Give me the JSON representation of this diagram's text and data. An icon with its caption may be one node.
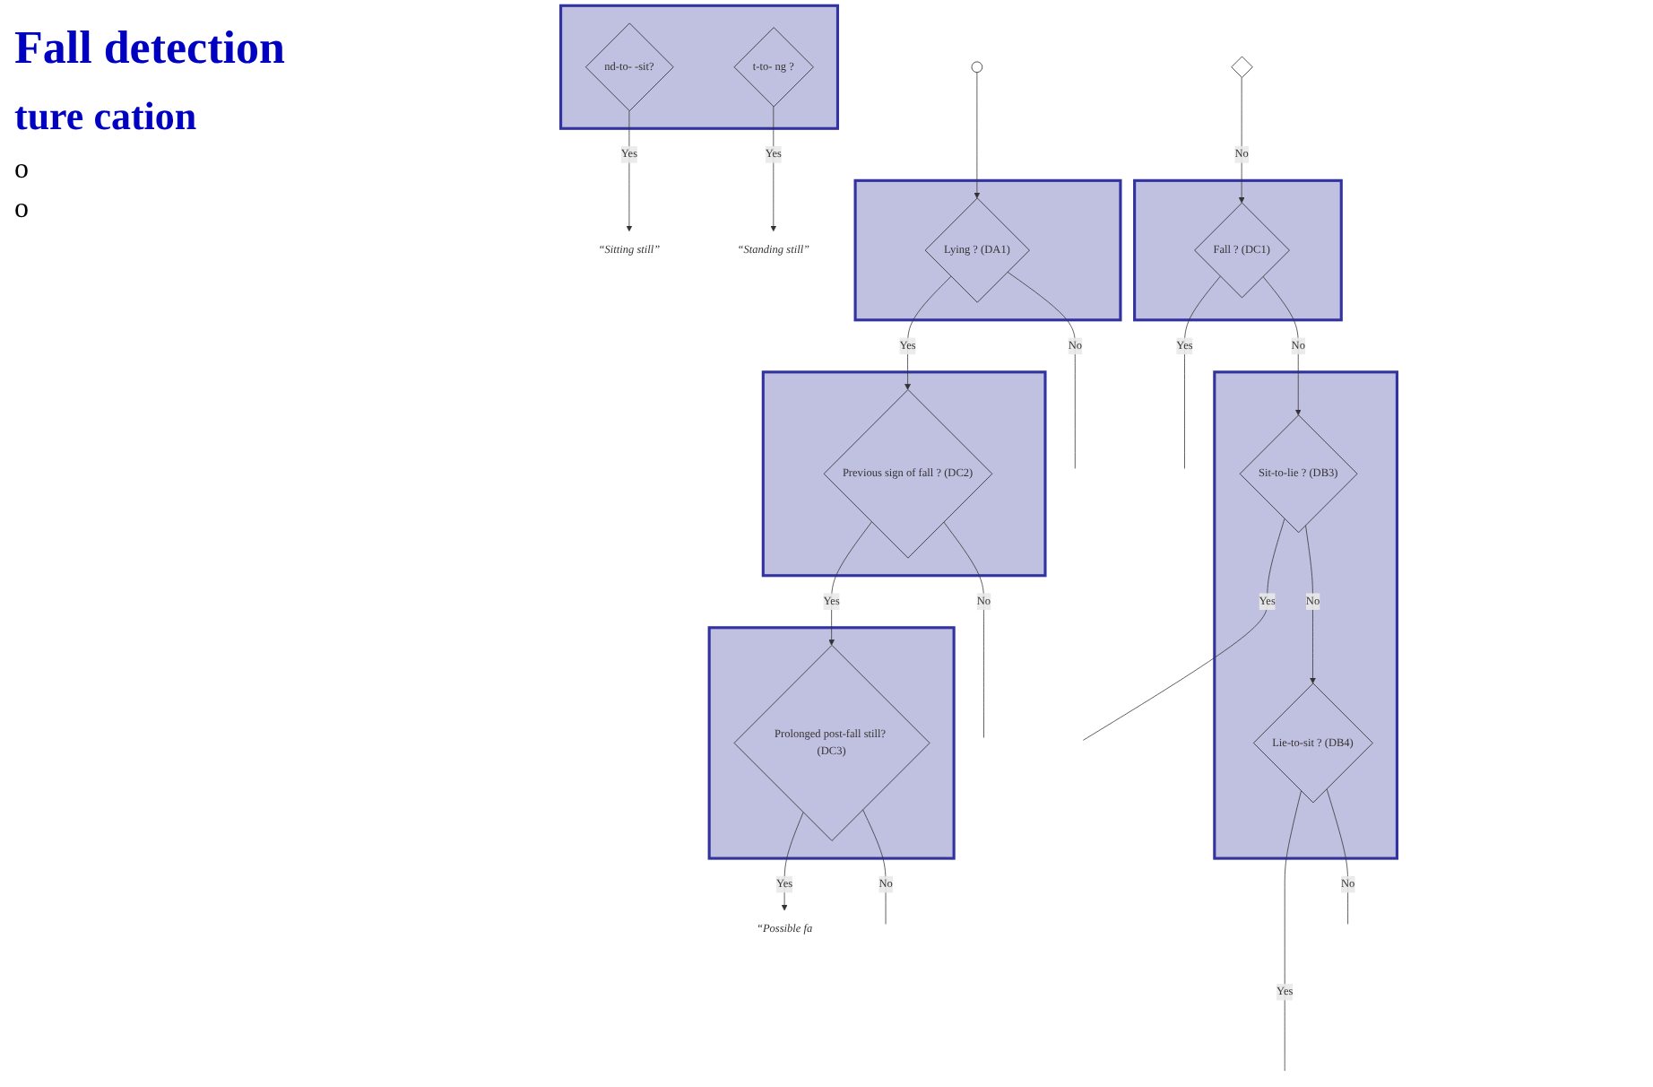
{
  "diagram": {
    "title": "Fall detection",
    "nodes": [
      {
        "text": [],
        "shape": "circle"
      },
      {
        "text": [],
        "shape": "box"
      },
      {
        "text": [
          "Lying ? (DA1)"
        ],
        "in": 1
      },
      {
        "text": [],
        "shape": "box"
      },
      {
        "text": [
          "Previous sign of fall ? (DC2)"
        ],
        "in": 3
      },
      {
        "text": [],
        "shape": "diamond"
      },
      {
        "text": [],
        "shape": "box"
      },
      {
        "text": [
          "Fall ? (DC1)"
        ],
        "in": 6
      },
      {
        "text": [],
        "shape": "box"
      },
      {
        "text": [
          "Sit-to-lie ? (DB3)"
        ],
        "in": 8
      },
      {
        "text": [
          "Lie-to-sit ? (DB4)"
        ],
        "in": 8
      },
      {
        "text": [],
        "shape": "box"
      },
      {
        "text": [
          "nd-to- -sit?"
        ],
        "in": 11
      },
      {
        "text": [
          "“Sitting still”"
        ]
      },
      {
        "text": [
          "t-to- ng ?"
        ],
        "in": 11
      },
      {
        "text": [
          "“Standing still”"
        ]
      },
      {
        "text": [],
        "shape": "box"
      },
      {
        "text": [
          "Prolonged post-fall still? (DC3)"
        ],
        "in": 16
      },
      {
        "text": [
          "“Possible fa"
        ]
      }
    ],
    "edges": [
      {
        "from": 0,
        "to": 2,
        "arrow": "to"
      },
      {
        "from": 2,
        "to": 4,
        "label": "Yes",
        "arrow": "to"
      },
      {
        "from": 2,
        "to": null,
        "label": "No",
        "arrow": "none"
      },
      {
        "from": 4,
        "to": 17,
        "label": "Yes",
        "arrow": "to"
      },
      {
        "from": 4,
        "to": null,
        "label": "No",
        "arrow": "none"
      },
      {
        "from": 5,
        "to": 7,
        "label": "No",
        "arrow": "to"
      },
      {
        "from": 7,
        "to": null,
        "label": "Yes",
        "arrow": "none"
      },
      {
        "from": 7,
        "to": 9,
        "label": "No",
        "arrow": "to"
      },
      {
        "from": 9,
        "to": null,
        "label": "Yes",
        "arrow": "none"
      },
      {
        "from": 9,
        "to": 10,
        "label": "No",
        "arrow": "to"
      },
      {
        "from": 10,
        "to": null,
        "label": "Yes",
        "arrow": "none"
      },
      {
        "from": 10,
        "to": null,
        "label": "No",
        "arrow": "none"
      },
      {
        "from": 12,
        "to": 13,
        "label": "Yes",
        "arrow": "to"
      },
      {
        "from": 14,
        "to": 15,
        "label": "Yes",
        "arrow": "to"
      },
      {
        "from": 17,
        "to": 18,
        "label": "Yes",
        "arrow": "to"
      },
      {
        "from": 17,
        "to": null,
        "label": "No",
        "arrow": "none"
      }
    ],
    "labels": [
      "ture cation",
      "o",
      "o"
    ]
  }
}
